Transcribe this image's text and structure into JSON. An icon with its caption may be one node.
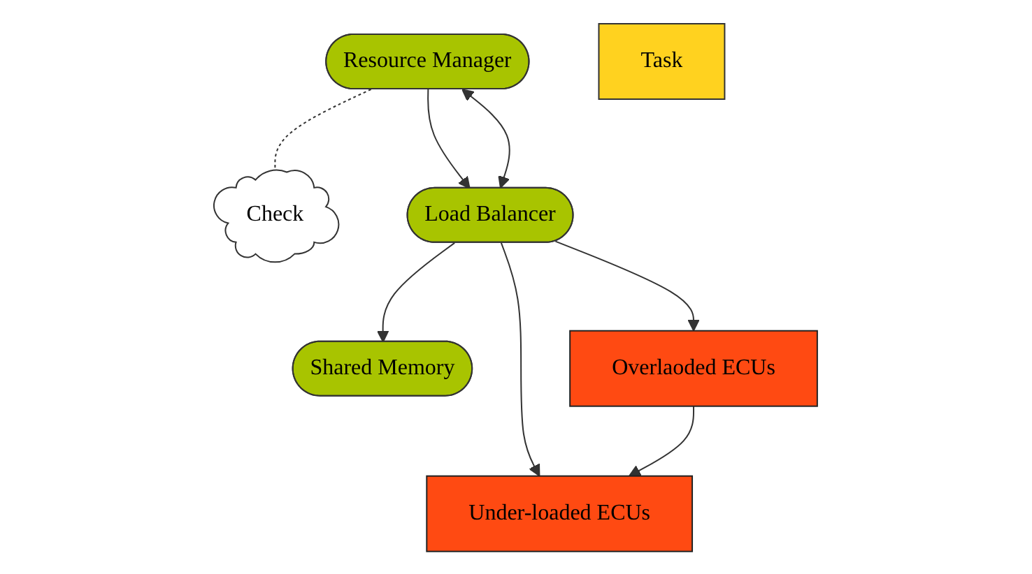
{
  "diagram": {
    "nodes": [
      {
        "text": [
          "Shared Memory"
        ]
      },
      {
        "text": [
          "Resource Manager"
        ]
      },
      {
        "text": [
          "Check"
        ]
      },
      {
        "text": [
          "Load Balancer"
        ]
      },
      {
        "text": [
          "Overlaoded ECUs"
        ]
      },
      {
        "text": [
          "Under-loaded ECUs"
        ]
      },
      {
        "text": [
          "Task"
        ]
      }
    ],
    "edges": [
      {
        "from": 1,
        "to": 2,
        "arrow": "none",
        "style": "dashed"
      },
      {
        "from": 1,
        "to": 3,
        "arrow": "to"
      },
      {
        "from": 3,
        "to": 0,
        "arrow": "to"
      },
      {
        "from": 3,
        "to": 1,
        "arrow": "both"
      },
      {
        "from": 3,
        "to": 4,
        "arrow": "to"
      },
      {
        "from": 3,
        "to": 5,
        "arrow": "to"
      },
      {
        "from": 4,
        "to": 5,
        "arrow": "to"
      }
    ]
  }
}
